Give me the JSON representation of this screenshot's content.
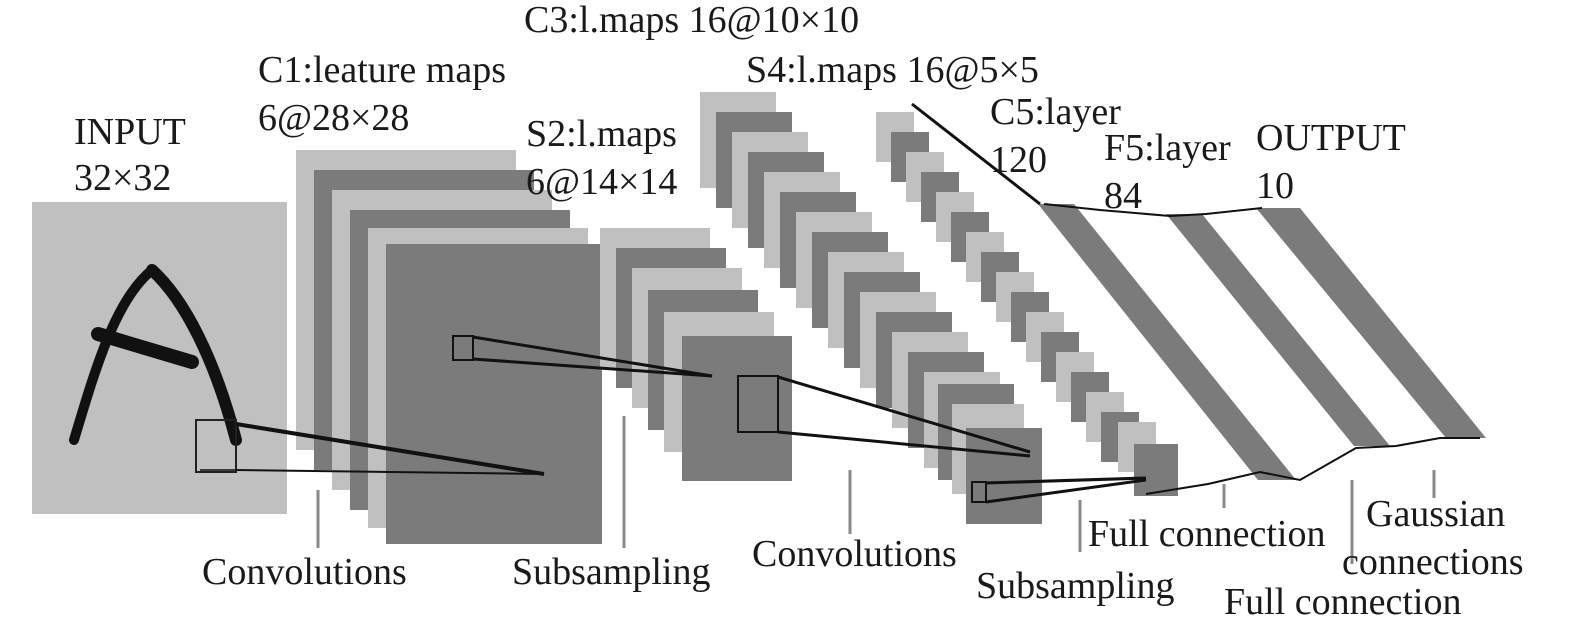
{
  "colors": {
    "light": "#c0c0c0",
    "dark": "#7b7b7b",
    "line": "#111111",
    "tick": "#8a8a8a"
  },
  "labels": {
    "input_title": "INPUT",
    "input_size": "32×32",
    "c1_title": "C1:leature maps",
    "c1_size": "6@28×28",
    "s2_title": "S2:l.maps",
    "s2_size": "6@14×14",
    "c3": "C3:l.maps 16@10×10",
    "s4": "S4:l.maps 16@5×5",
    "c5_title": "C5:layer",
    "c5_size": "120",
    "f5_title": "F5:layer",
    "f5_size": "84",
    "output_title": "OUTPUT",
    "output_size": "10"
  },
  "operations": {
    "op1": "Convolutions",
    "op2": "Subsampling",
    "op3": "Convolutions",
    "op4": "Subsampling",
    "op5": "Full connection",
    "op6": "Full connection",
    "op7_line1": "Gaussian",
    "op7_line2": "connections"
  },
  "input_glyph": "A"
}
